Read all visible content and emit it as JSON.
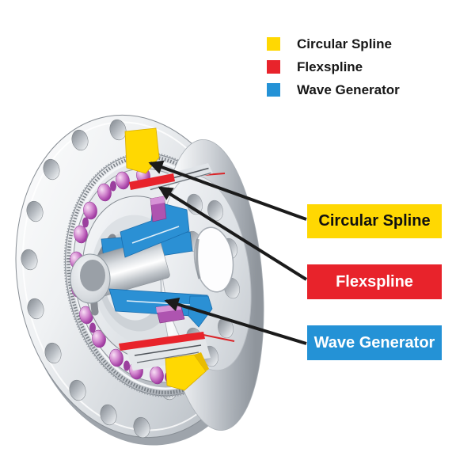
{
  "colors": {
    "circular_spline": "#FFD802",
    "flexspline": "#E8232B",
    "wave_generator": "#2492D6",
    "arrow": "#1B1B1B",
    "background": "#FFFFFF"
  },
  "legend": {
    "items": [
      {
        "id": "circular-spline",
        "label": "Circular Spline",
        "color": "#FFD802"
      },
      {
        "id": "flexspline",
        "label": "Flexspline",
        "color": "#E8232B"
      },
      {
        "id": "wave-generator",
        "label": "Wave Generator",
        "color": "#2492D6"
      }
    ]
  },
  "callouts": [
    {
      "id": "circular-spline",
      "label": "Circular Spline",
      "color": "#FFD802"
    },
    {
      "id": "flexspline",
      "label": "Flexspline",
      "color": "#E8232B"
    },
    {
      "id": "wave-generator",
      "label": "Wave Generator",
      "color": "#2492D6"
    }
  ],
  "diagram": {
    "subject": "Harmonic drive (strain wave gear) cutaway",
    "parts": [
      "Circular Spline",
      "Flexspline",
      "Wave Generator"
    ]
  }
}
